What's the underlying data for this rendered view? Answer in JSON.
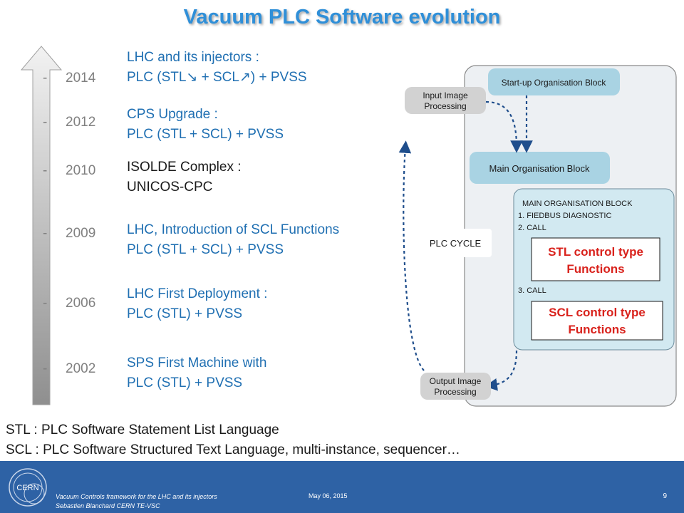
{
  "title": "Vacuum PLC Software evolution",
  "timeline": [
    {
      "year": "2014",
      "line1": "LHC and its injectors :",
      "line2": "PLC (STL↘ + SCL↗) + PVSS"
    },
    {
      "year": "2012",
      "line1": "CPS Upgrade :",
      "line2": "PLC (STL + SCL)  + PVSS"
    },
    {
      "year": "2010",
      "line1": "ISOLDE Complex :",
      "line2": "UNICOS-CPC"
    },
    {
      "year": "2009",
      "line1": "LHC, Introduction of SCL Functions",
      "line2": "PLC (STL + SCL)  + PVSS"
    },
    {
      "year": "2006",
      "line1": "LHC First Deployment :",
      "line2": "PLC (STL)  + PVSS"
    },
    {
      "year": "2002",
      "line1": "SPS First Machine with",
      "line2": "PLC (STL)  + PVSS"
    }
  ],
  "diagram": {
    "startup_block": "Start-up Organisation Block",
    "input_image_l1": "Input Image",
    "input_image_l2": "Processing",
    "main_block": "Main Organisation Block",
    "plc_cycle": "PLC CYCLE",
    "mob_heading": "MAIN ORGANISATION BLOCK",
    "mob_step1": "1. FIEDBUS DIAGNOSTIC",
    "mob_step2": "2. CALL",
    "stl_l1": "STL control type",
    "stl_l2": "Functions",
    "mob_step3": "3. CALL",
    "scl_l1": "SCL control type",
    "scl_l2": "Functions",
    "output_image_l1": "Output Image",
    "output_image_l2": "Processing"
  },
  "legend": {
    "stl": "STL : PLC Software Statement List Language",
    "scl": "SCL : PLC Software Structured Text Language, multi-instance, sequencer…"
  },
  "footer": {
    "line1": "Vacuum Controls framework for the LHC and its injectors",
    "line2": "Sebastien Blanchard CERN TE-VSC",
    "date": "May 06, 2015",
    "page": "9",
    "logo_text": "CERN"
  },
  "colors": {
    "title": "#2f8fd8",
    "entry_blue": "#1f6fb2",
    "footer_bg": "#2e62a5",
    "diagram_block": "#a9d3e3",
    "diagram_red": "#d9221c"
  }
}
